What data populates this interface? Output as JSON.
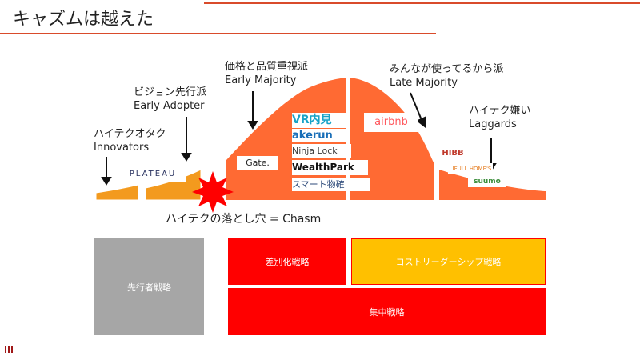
{
  "title": "キャズムは越えた",
  "labels": {
    "innovators": [
      "ハイテクオタク",
      "Innovators"
    ],
    "early_adopters": [
      "ビジョン先行派",
      "Early Adopter"
    ],
    "early_majority": [
      "価格と品質重視派",
      "Early Majority"
    ],
    "late_majority": [
      "みんなが使ってるから派",
      "Late Majority"
    ],
    "laggards": [
      "ハイテク嫌い",
      "Laggards"
    ]
  },
  "chasm_label": "ハイテクの落とし穴 = Chasm",
  "logos": {
    "plateau": "PLATEAU",
    "gate": "Gate.",
    "vr": "VR内見",
    "akerun": "akerun",
    "ninjalock": "Ninja Lock",
    "wealthpark": "WealthPark",
    "smart_bukken": "スマート物確",
    "airbnb": "airbnb",
    "hibb": "HIBB",
    "lifull": "LIFULL HOME'S",
    "suumo": "suumo"
  },
  "strategies": {
    "first_mover": "先行者戦略",
    "differentiation": "差別化戦略",
    "cost_leadership": "コストリーダーシップ戦略",
    "focus": "集中戦略"
  },
  "colors": {
    "accent": "#d94b2b",
    "curve": "#ff6a33",
    "curve_left": "#f39a1e",
    "grey_box": "#a6a6a6",
    "red_box": "#ff0000",
    "yellow_box": "#ffc000"
  }
}
